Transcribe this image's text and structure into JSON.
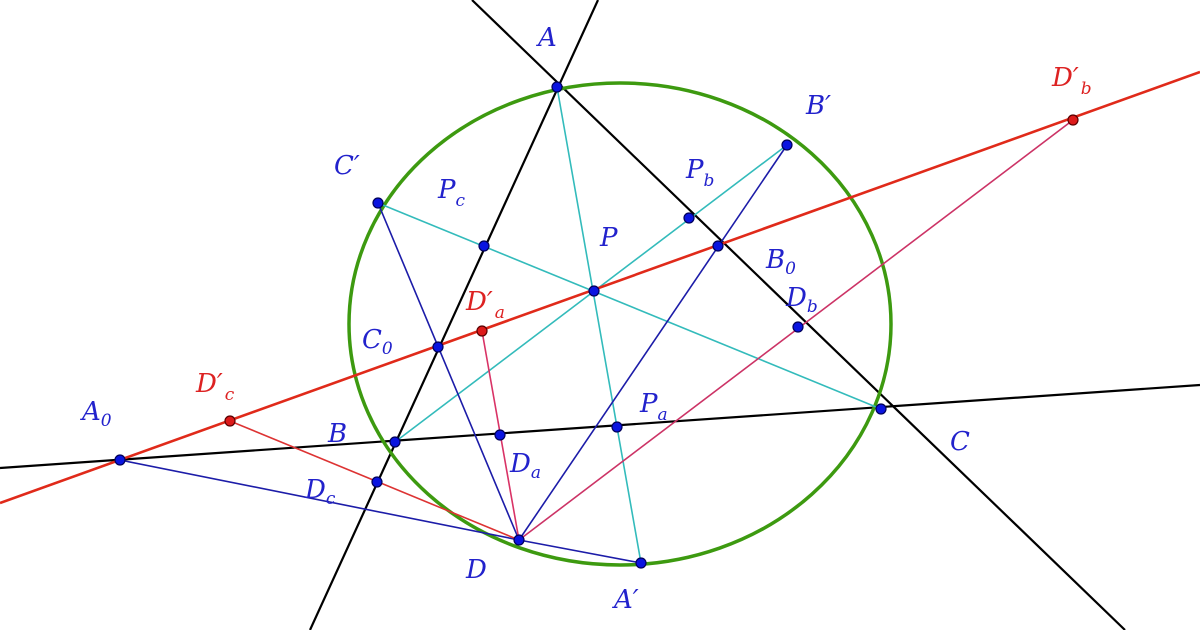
{
  "colors": {
    "lines": "#000000",
    "circle": "#3d9a10",
    "cevians": "#33bbbb",
    "blue_segments": "#1c1ca8",
    "red_line": "#e02a1a",
    "pink_segments": "#d93366",
    "point_blue": "#0a14e0",
    "point_red": "#dd1a1a"
  },
  "labels": {
    "A": {
      "main": "A",
      "sub": ""
    },
    "B": {
      "main": "B",
      "sub": ""
    },
    "C": {
      "main": "C",
      "sub": ""
    },
    "D": {
      "main": "D",
      "sub": ""
    },
    "P": {
      "main": "P",
      "sub": ""
    },
    "A_prime": {
      "main": "A′",
      "sub": ""
    },
    "B_prime": {
      "main": "B′",
      "sub": ""
    },
    "C_prime": {
      "main": "C′",
      "sub": ""
    },
    "A0": {
      "main": "A",
      "sub": "0"
    },
    "B0": {
      "main": "B",
      "sub": "0"
    },
    "C0": {
      "main": "C",
      "sub": "0"
    },
    "Pa": {
      "main": "P",
      "sub": "a"
    },
    "Pb": {
      "main": "P",
      "sub": "b"
    },
    "Pc": {
      "main": "P",
      "sub": "c"
    },
    "Da": {
      "main": "D",
      "sub": "a"
    },
    "Db": {
      "main": "D",
      "sub": "b"
    },
    "Dc": {
      "main": "D",
      "sub": "c"
    },
    "Dpa": {
      "main": "D′",
      "sub": "a"
    },
    "Dpb": {
      "main": "D′",
      "sub": "b"
    },
    "Dpc": {
      "main": "D′",
      "sub": "c"
    }
  }
}
